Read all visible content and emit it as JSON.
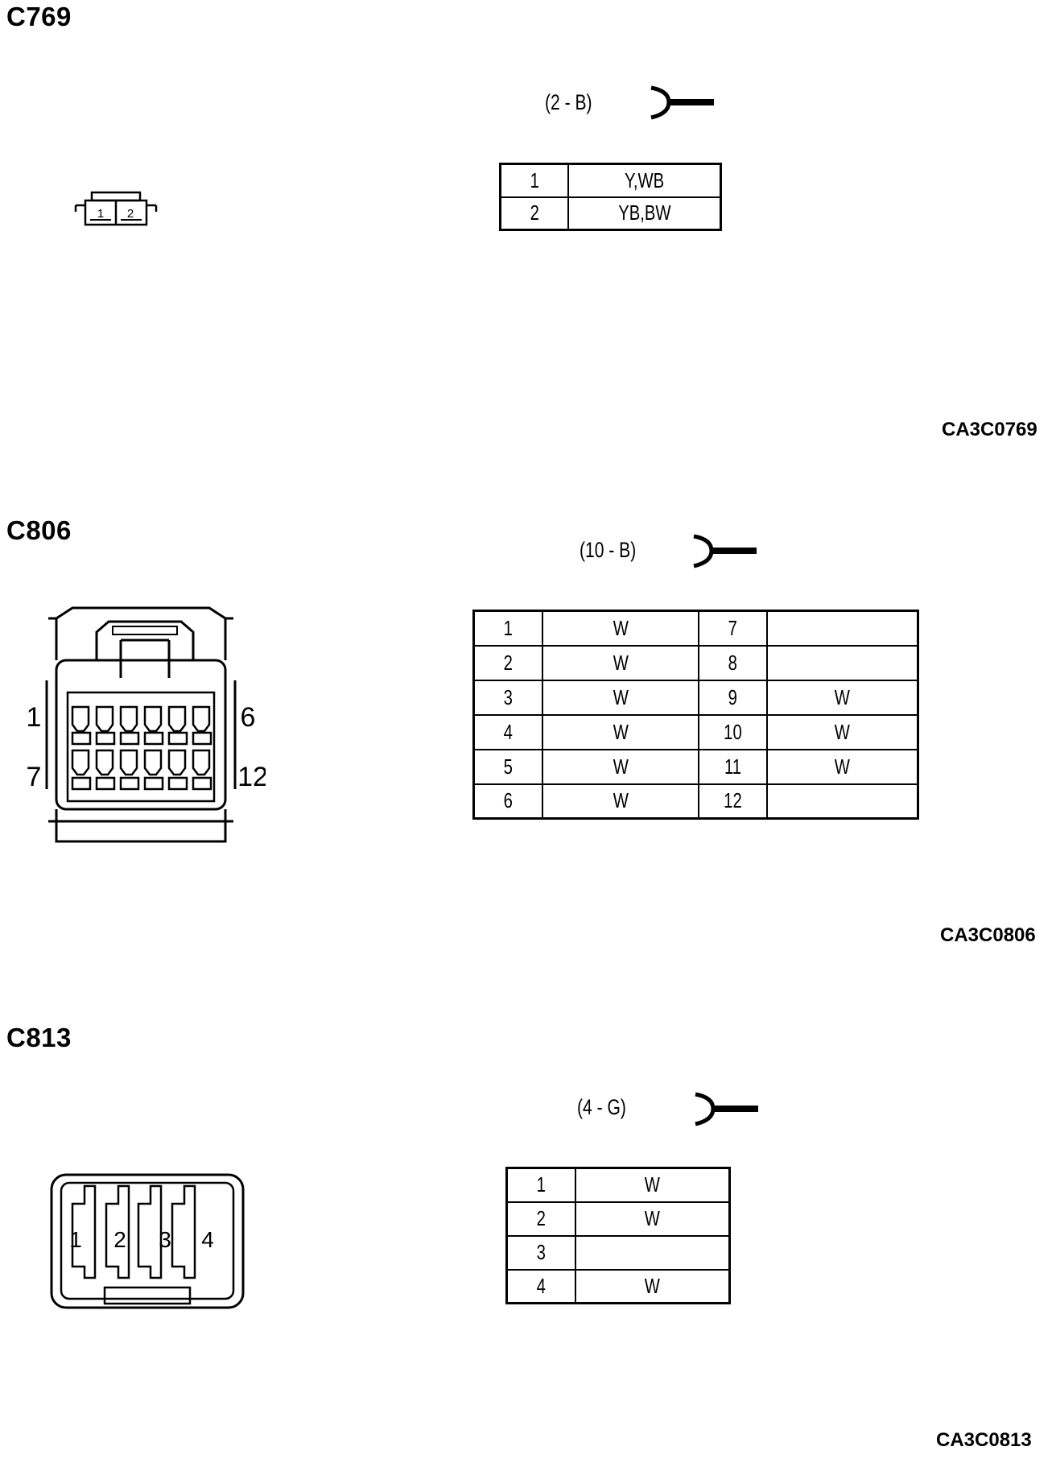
{
  "sections": [
    {
      "id": "C769",
      "condition": "(2 - B)",
      "code": "CA3C0769",
      "pins": [
        [
          "1",
          "Y,WB"
        ],
        [
          "2",
          "YB,BW"
        ]
      ],
      "connector_labels": [
        "1",
        "2"
      ]
    },
    {
      "id": "C806",
      "condition": "(10 - B)",
      "code": "CA3C0806",
      "pins": [
        [
          "1",
          "W",
          "7",
          ""
        ],
        [
          "2",
          "W",
          "8",
          ""
        ],
        [
          "3",
          "W",
          "9",
          "W"
        ],
        [
          "4",
          "W",
          "10",
          "W"
        ],
        [
          "5",
          "W",
          "11",
          "W"
        ],
        [
          "6",
          "W",
          "12",
          ""
        ]
      ],
      "connector_labels": [
        "1",
        "6",
        "7",
        "12"
      ]
    },
    {
      "id": "C813",
      "condition": "(4 - G)",
      "code": "CA3C0813",
      "pins": [
        [
          "1",
          "W"
        ],
        [
          "2",
          "W"
        ],
        [
          "3",
          ""
        ],
        [
          "4",
          "W"
        ]
      ],
      "connector_labels": [
        "1",
        "2",
        "3",
        "4"
      ]
    }
  ]
}
